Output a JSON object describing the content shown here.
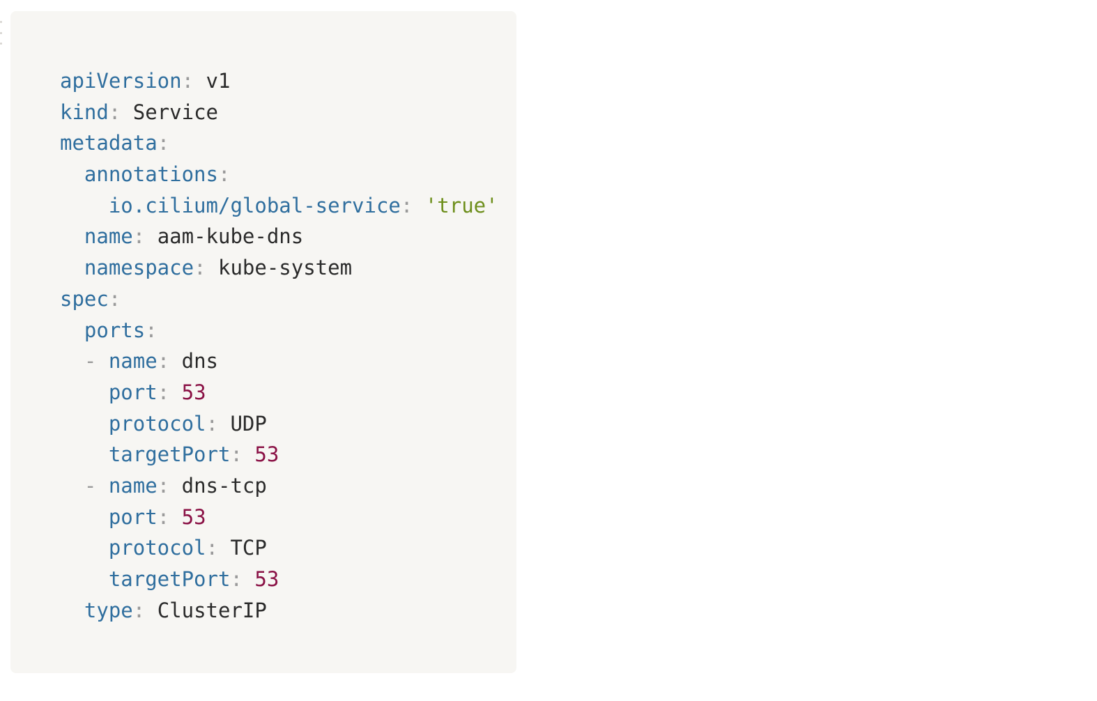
{
  "colors": {
    "background": "#ffffff",
    "code_background": "#f7f6f3",
    "key": "#2f6e9e",
    "punctuation": "#9a9a9a",
    "plain_value": "#2a2a2a",
    "string_value": "#6e8f1c",
    "number_value": "#8a1145"
  },
  "code_block": {
    "language": "yaml",
    "lines": [
      {
        "indent": "",
        "dash": "",
        "key": "apiVersion",
        "colon": ":",
        "value": "v1",
        "value_type": "plain"
      },
      {
        "indent": "",
        "dash": "",
        "key": "kind",
        "colon": ":",
        "value": "Service",
        "value_type": "plain"
      },
      {
        "indent": "",
        "dash": "",
        "key": "metadata",
        "colon": ":",
        "value": "",
        "value_type": "plain"
      },
      {
        "indent": "  ",
        "dash": "",
        "key": "annotations",
        "colon": ":",
        "value": "",
        "value_type": "plain"
      },
      {
        "indent": "    ",
        "dash": "",
        "key": "io.cilium/global-service",
        "colon": ":",
        "value": "'true'",
        "value_type": "string"
      },
      {
        "indent": "  ",
        "dash": "",
        "key": "name",
        "colon": ":",
        "value": "aam-kube-dns",
        "value_type": "plain"
      },
      {
        "indent": "  ",
        "dash": "",
        "key": "namespace",
        "colon": ":",
        "value": "kube-system",
        "value_type": "plain"
      },
      {
        "indent": "",
        "dash": "",
        "key": "spec",
        "colon": ":",
        "value": "",
        "value_type": "plain"
      },
      {
        "indent": "  ",
        "dash": "",
        "key": "ports",
        "colon": ":",
        "value": "",
        "value_type": "plain"
      },
      {
        "indent": "  ",
        "dash": "- ",
        "key": "name",
        "colon": ":",
        "value": "dns",
        "value_type": "plain"
      },
      {
        "indent": "    ",
        "dash": "",
        "key": "port",
        "colon": ":",
        "value": "53",
        "value_type": "number"
      },
      {
        "indent": "    ",
        "dash": "",
        "key": "protocol",
        "colon": ":",
        "value": "UDP",
        "value_type": "plain"
      },
      {
        "indent": "    ",
        "dash": "",
        "key": "targetPort",
        "colon": ":",
        "value": "53",
        "value_type": "number"
      },
      {
        "indent": "  ",
        "dash": "- ",
        "key": "name",
        "colon": ":",
        "value": "dns-tcp",
        "value_type": "plain"
      },
      {
        "indent": "    ",
        "dash": "",
        "key": "port",
        "colon": ":",
        "value": "53",
        "value_type": "number"
      },
      {
        "indent": "    ",
        "dash": "",
        "key": "protocol",
        "colon": ":",
        "value": "TCP",
        "value_type": "plain"
      },
      {
        "indent": "    ",
        "dash": "",
        "key": "targetPort",
        "colon": ":",
        "value": "53",
        "value_type": "number"
      },
      {
        "indent": "  ",
        "dash": "",
        "key": "type",
        "colon": ":",
        "value": "ClusterIP",
        "value_type": "plain"
      }
    ]
  }
}
